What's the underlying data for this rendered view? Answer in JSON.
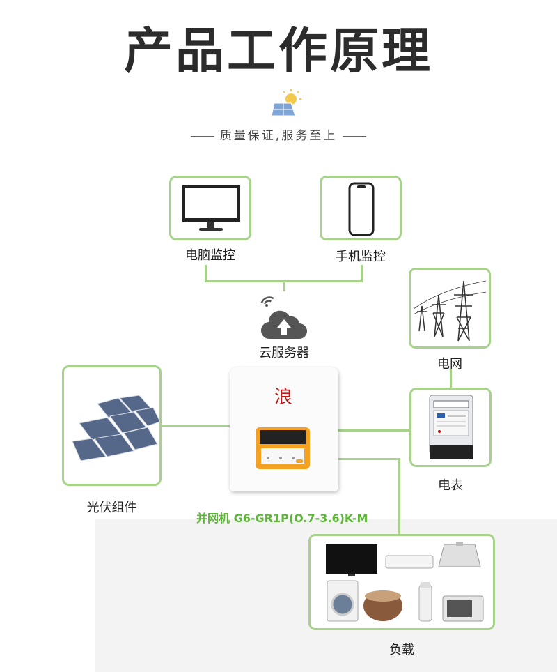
{
  "title": "产品工作原理",
  "subtitle": "质量保证,服务至上",
  "nodes": {
    "computer": "电脑监控",
    "phone": "手机监控",
    "cloud": "云服务器",
    "grid": "电网",
    "meter": "电表",
    "pv": "光伏组件",
    "load": "负载"
  },
  "inverter": {
    "model_prefix": "并网机",
    "model": "G6-GR1P(O.7-3.6)K-M",
    "brand_mark": "浪"
  },
  "colors": {
    "accent": "#a6d28a",
    "model": "#5fb53a",
    "screen": "#f4a020"
  }
}
